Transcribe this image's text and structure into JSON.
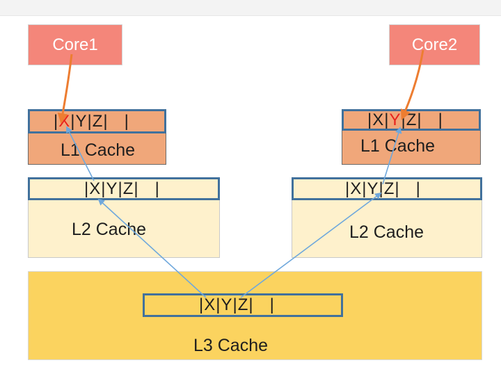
{
  "cores": {
    "core1": "Core1",
    "core2": "Core2"
  },
  "caches": {
    "l1": "L1 Cache",
    "l2": "L2 Cache",
    "l3": "L3 Cache"
  },
  "cache_lines": {
    "core1_l1": [
      "|",
      "X",
      "|Y|Z|   |"
    ],
    "core2_l1": [
      "|X|",
      "Y",
      "|Z|   |"
    ],
    "core1_l2": "|X|Y|Z|   |",
    "core2_l2": "|X|Y|Z|   |",
    "l3": "|X|Y|Z|   |"
  },
  "colors": {
    "core": "#f4867a",
    "l1": "#f0a77a",
    "l2": "#fef1cc",
    "l3": "#fbd35f",
    "line_border": "#41719c",
    "core_arrow": "#ed7d31",
    "cache_arrow": "#6fa8dc",
    "highlight": "#e8231c"
  }
}
